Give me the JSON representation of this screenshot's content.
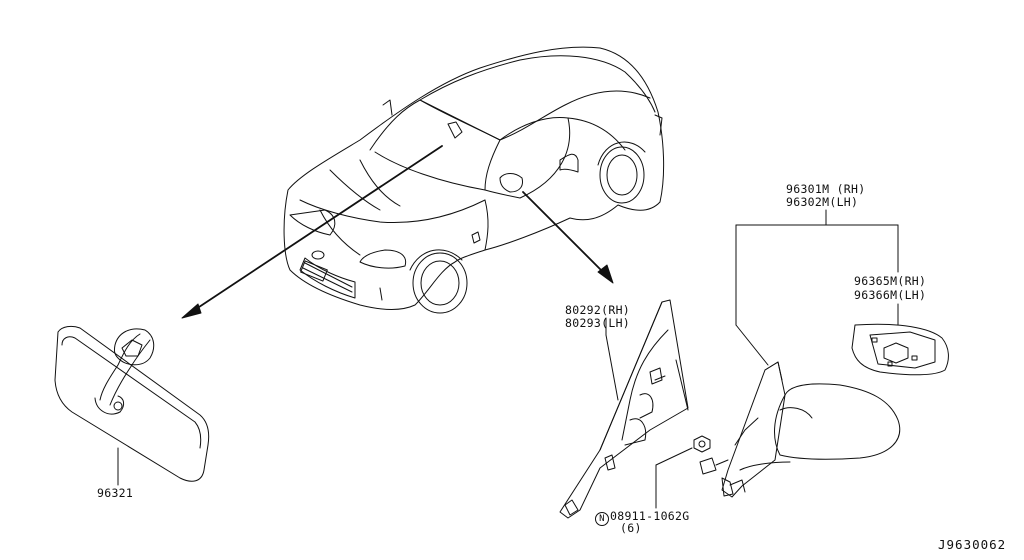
{
  "diagram": {
    "drawing_id": "J9630062",
    "parts": {
      "inside_mirror": "96321",
      "door_mirror_rh": "96301M (RH)",
      "door_mirror_lh": "96302M(LH)",
      "mirror_glass_rh": "96365M(RH)",
      "mirror_glass_lh": "96366M(LH)",
      "corner_finisher_rh": "80292(RH)",
      "corner_finisher_lh": "80293(LH)",
      "nut_symbol": "N",
      "nut_part": "08911-1062G",
      "nut_qty": "(6)"
    }
  }
}
